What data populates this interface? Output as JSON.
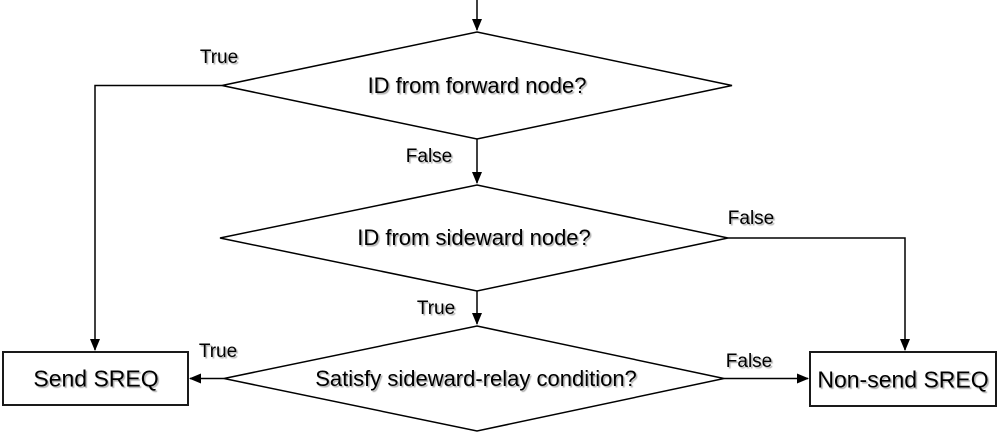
{
  "flowchart": {
    "nodes": {
      "d1": {
        "shape": "diamond",
        "label": "ID from forward node?"
      },
      "d2": {
        "shape": "diamond",
        "label": "ID from sideward node?"
      },
      "d3": {
        "shape": "diamond",
        "label": "Satisfy sideward-relay condition?"
      },
      "send": {
        "shape": "rectangle",
        "label": "Send SREQ"
      },
      "nonsend": {
        "shape": "rectangle",
        "label": "Non-send SREQ"
      }
    },
    "edge_labels": {
      "d1_true": "True",
      "d1_false": "False",
      "d2_false": "False",
      "d2_true": "True",
      "d3_true": "True",
      "d3_false": "False"
    },
    "colors": {
      "background": "#ffffff",
      "line": "#000000",
      "text": "#000000"
    }
  }
}
